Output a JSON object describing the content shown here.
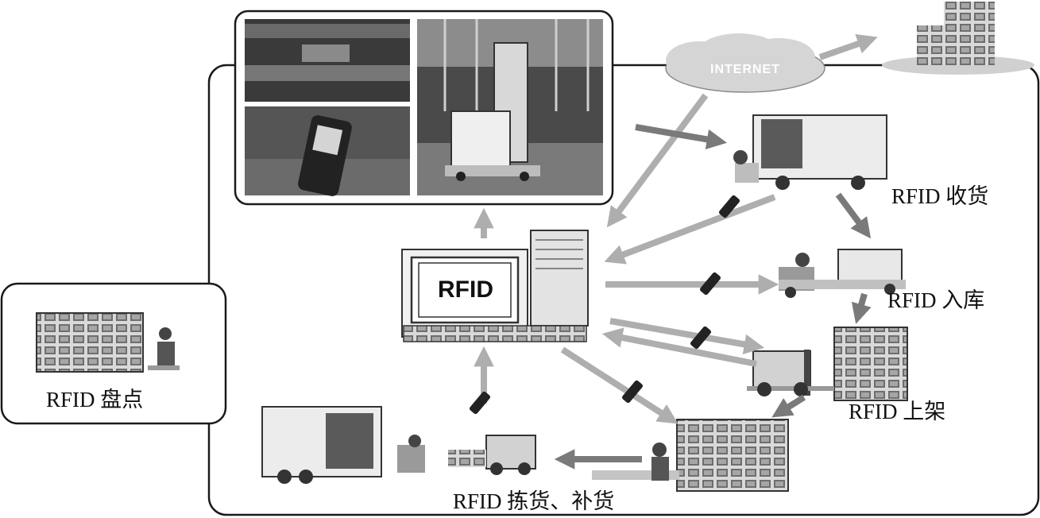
{
  "monitor_label": "RFID",
  "cloud_label": "INTERNET",
  "labels": {
    "receiving": "RFID 收货",
    "warehousing": "RFID 入库",
    "shelving": "RFID 上架",
    "picking": "RFID 拣货、补货",
    "inventory": "RFID 盘点"
  }
}
